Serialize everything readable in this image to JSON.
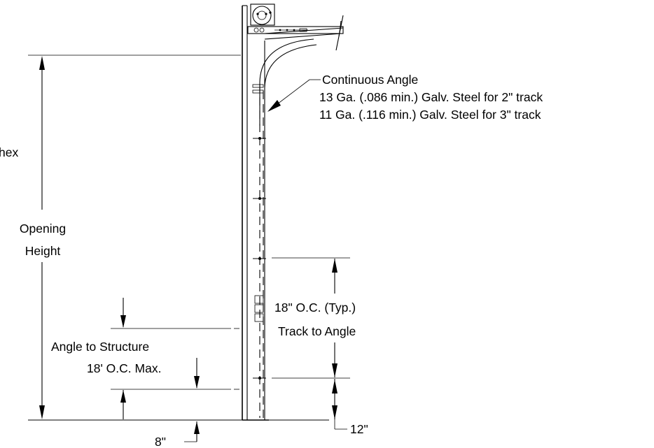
{
  "labels": {
    "continuous_angle": "Continuous Angle",
    "spec_2in": "13 Ga. (.086 min.) Galv. Steel for 2\" track",
    "spec_3in": "11 Ga. (.116 min.) Galv. Steel for 3\" track",
    "hex": "hex",
    "opening": "Opening",
    "height": "Height",
    "oc_typ": "18\" O.C. (Typ.)",
    "track_to_angle": "Track to Angle",
    "angle_to_structure": "Angle to Structure",
    "oc_max": "18' O.C. Max.",
    "dim_12": "12\"",
    "dim_8": "8\""
  }
}
